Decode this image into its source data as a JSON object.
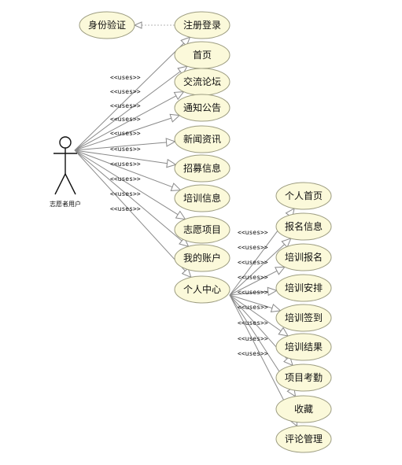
{
  "actor": {
    "label": "志愿者用户"
  },
  "auth_use_case": {
    "label": "身份验证"
  },
  "main_use_cases": [
    {
      "id": "register",
      "label": "注册登录"
    },
    {
      "id": "home",
      "label": "首页"
    },
    {
      "id": "forum",
      "label": "交流论坛"
    },
    {
      "id": "notice",
      "label": "通知公告"
    },
    {
      "id": "news",
      "label": "新闻资讯"
    },
    {
      "id": "recruit",
      "label": "招募信息"
    },
    {
      "id": "training",
      "label": "培训信息"
    },
    {
      "id": "project",
      "label": "志愿项目"
    },
    {
      "id": "account",
      "label": "我的账户"
    },
    {
      "id": "center",
      "label": "个人中心"
    }
  ],
  "center_use_cases": [
    {
      "id": "personal-home",
      "label": "个人首页"
    },
    {
      "id": "signup-info",
      "label": "报名信息"
    },
    {
      "id": "training-signup",
      "label": "培训报名"
    },
    {
      "id": "training-schedule",
      "label": "培训安排"
    },
    {
      "id": "training-checkin",
      "label": "培训签到"
    },
    {
      "id": "training-result",
      "label": "培训结果"
    },
    {
      "id": "project-attendance",
      "label": "项目考勤"
    },
    {
      "id": "favorites",
      "label": "收藏"
    },
    {
      "id": "comment-manage",
      "label": "评论管理"
    }
  ],
  "relation_label": "<<uses>>"
}
